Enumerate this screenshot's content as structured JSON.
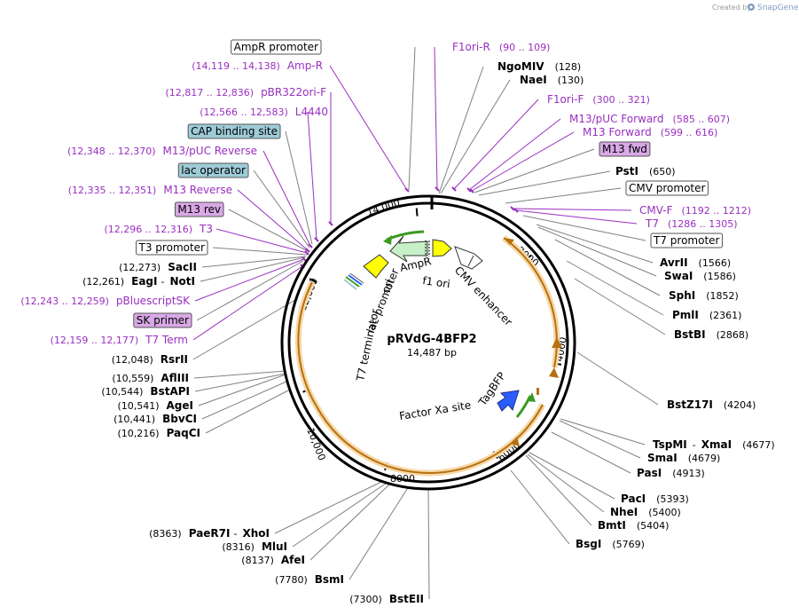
{
  "credit": {
    "prefix": "Created by",
    "brand": "SnapGene"
  },
  "plasmid": {
    "name": "pRVdG-4BFP2",
    "length": "14,487 bp"
  },
  "colors": {
    "primer": "#9a2fc0",
    "orf_ring": "#f5d9a8",
    "orf_arrow": "#b8700f",
    "ampr": "#c8f0c8",
    "ori": "#ffff00",
    "tagbfp": "#2a5cff",
    "protein_bind": "#9ecbd8",
    "primer_bind": "#d9a8e6"
  },
  "ticks": [
    "14,000",
    "2000",
    "4000",
    "6000",
    "8000",
    "10,000",
    "12,000"
  ],
  "features_inner": [
    {
      "name": "AmpR"
    },
    {
      "name": "ori"
    },
    {
      "name": "f1 ori"
    },
    {
      "name": "CMV enhancer"
    },
    {
      "name": "lac promoter"
    },
    {
      "name": "T7 terminator"
    },
    {
      "name": "TagBFP"
    },
    {
      "name": "Factor Xa site"
    }
  ],
  "labels_right": [
    {
      "kind": "primer",
      "name": "F1ori-R",
      "pos": "(90 .. 109)"
    },
    {
      "kind": "site",
      "name": "NgoMIV",
      "pos": "(128)"
    },
    {
      "kind": "site",
      "name": "NaeI",
      "pos": "(130)"
    },
    {
      "kind": "primer",
      "name": "F1ori-F",
      "pos": "(300 .. 321)"
    },
    {
      "kind": "primer",
      "name": "M13/pUC Forward",
      "pos": "(585 .. 607)"
    },
    {
      "kind": "primer",
      "name": "M13 Forward",
      "pos": "(599 .. 616)"
    },
    {
      "kind": "primer_box",
      "name": "M13 fwd",
      "pos": ""
    },
    {
      "kind": "site",
      "name": "PstI",
      "pos": "(650)"
    },
    {
      "kind": "white_box",
      "name": "CMV promoter",
      "pos": ""
    },
    {
      "kind": "primer",
      "name": "CMV-F",
      "pos": "(1192 .. 1212)"
    },
    {
      "kind": "primer",
      "name": "T7",
      "pos": "(1286 .. 1305)"
    },
    {
      "kind": "white_box",
      "name": "T7 promoter",
      "pos": ""
    },
    {
      "kind": "site",
      "name": "AvrII",
      "pos": "(1566)"
    },
    {
      "kind": "site",
      "name": "SwaI",
      "pos": "(1586)"
    },
    {
      "kind": "site",
      "name": "SphI",
      "pos": "(1852)"
    },
    {
      "kind": "site",
      "name": "PmlI",
      "pos": "(2361)"
    },
    {
      "kind": "site",
      "name": "BstBI",
      "pos": "(2868)"
    },
    {
      "kind": "site",
      "name": "BstZ17I",
      "pos": "(4204)"
    },
    {
      "kind": "site2",
      "name": "TspMI",
      "name2": "XmaI",
      "pos": "(4677)"
    },
    {
      "kind": "site",
      "name": "SmaI",
      "pos": "(4679)"
    },
    {
      "kind": "site",
      "name": "PasI",
      "pos": "(4913)"
    },
    {
      "kind": "site",
      "name": "PacI",
      "pos": "(5393)"
    },
    {
      "kind": "site",
      "name": "NheI",
      "pos": "(5400)"
    },
    {
      "kind": "site",
      "name": "BmtI",
      "pos": "(5404)"
    },
    {
      "kind": "site",
      "name": "BsgI",
      "pos": "(5769)"
    }
  ],
  "labels_left": [
    {
      "kind": "white_box",
      "name": "AmpR promoter",
      "pos": ""
    },
    {
      "kind": "primer",
      "name": "Amp-R",
      "pos": "(14,119 .. 14,138)"
    },
    {
      "kind": "primer",
      "name": "pBR322ori-F",
      "pos": "(12,817 .. 12,836)"
    },
    {
      "kind": "primer",
      "name": "L4440",
      "pos": "(12,566 .. 12,583)"
    },
    {
      "kind": "blue_box",
      "name": "CAP binding site",
      "pos": ""
    },
    {
      "kind": "primer",
      "name": "M13/pUC Reverse",
      "pos": "(12,348 .. 12,370)"
    },
    {
      "kind": "blue_box",
      "name": "lac operator",
      "pos": ""
    },
    {
      "kind": "primer",
      "name": "M13 Reverse",
      "pos": "(12,335 .. 12,351)"
    },
    {
      "kind": "primer_box",
      "name": "M13 rev",
      "pos": ""
    },
    {
      "kind": "primer",
      "name": "T3",
      "pos": "(12,296 .. 12,316)"
    },
    {
      "kind": "white_box",
      "name": "T3 promoter",
      "pos": ""
    },
    {
      "kind": "site",
      "name": "SacII",
      "pos": "(12,273)"
    },
    {
      "kind": "site2",
      "name": "EagI",
      "name2": "NotI",
      "pos": "(12,261)"
    },
    {
      "kind": "primer",
      "name": "pBluescriptSK",
      "pos": "(12,243 .. 12,259)"
    },
    {
      "kind": "primer_box",
      "name": "SK primer",
      "pos": ""
    },
    {
      "kind": "primer",
      "name": "T7 Term",
      "pos": "(12,159 .. 12,177)"
    },
    {
      "kind": "site",
      "name": "RsrII",
      "pos": "(12,048)"
    },
    {
      "kind": "site",
      "name": "AflIII",
      "pos": "(10,559)"
    },
    {
      "kind": "site",
      "name": "BstAPI",
      "pos": "(10,544)"
    },
    {
      "kind": "site",
      "name": "AgeI",
      "pos": "(10,541)"
    },
    {
      "kind": "site",
      "name": "BbvCI",
      "pos": "(10,441)"
    },
    {
      "kind": "site",
      "name": "PaqCI",
      "pos": "(10,216)"
    },
    {
      "kind": "site2",
      "name": "PaeR7I",
      "name2": "XhoI",
      "pos": "(8363)"
    },
    {
      "kind": "site",
      "name": "MluI",
      "pos": "(8316)"
    },
    {
      "kind": "site",
      "name": "AfeI",
      "pos": "(8137)"
    },
    {
      "kind": "site",
      "name": "BsmI",
      "pos": "(7780)"
    },
    {
      "kind": "site",
      "name": "BstEII",
      "pos": "(7300)"
    }
  ]
}
